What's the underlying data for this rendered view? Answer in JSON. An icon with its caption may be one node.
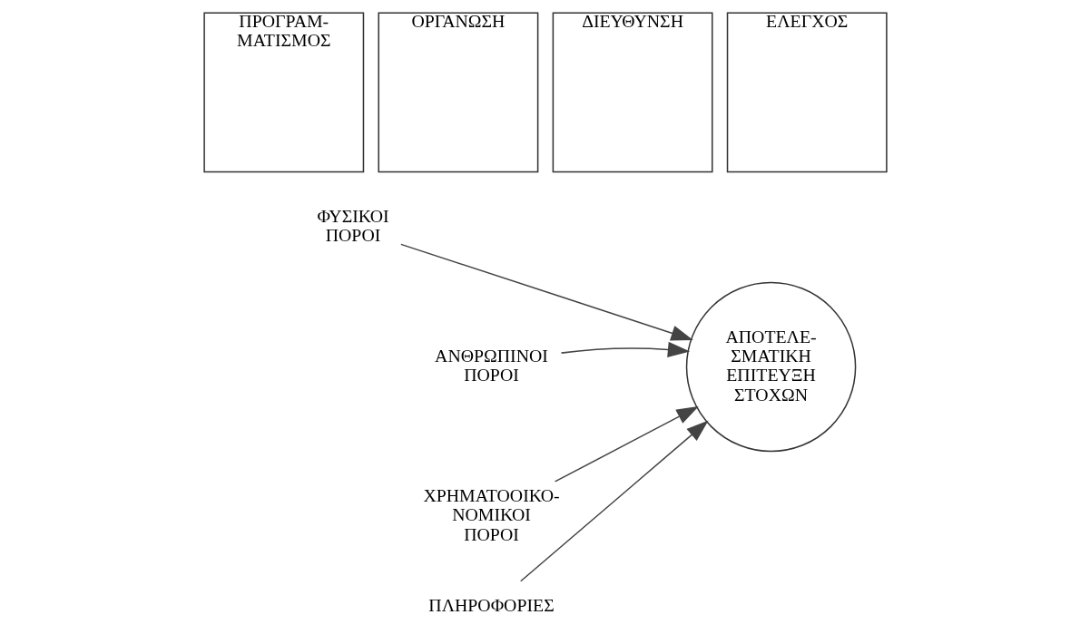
{
  "diagram": {
    "nodes": [
      {
        "text": [
          "ΠΡΟΓΡΑΜ- ΜΑΤΙΣΜΟΣ"
        ]
      },
      {
        "text": [
          "ΟΡΓΑΝΩΣΗ"
        ]
      },
      {
        "text": [
          "ΔΙΕΥΘΥΝΣΗ"
        ]
      },
      {
        "text": [
          "ΕΛΕΓΧΟΣ"
        ]
      },
      {
        "text": [
          "ΦΥΣΙΚΟΙ ΠΟΡΟΙ"
        ]
      },
      {
        "text": [
          "ΑΝΘΡΩΠΙΝΟΙ ΠΟΡΟΙ"
        ]
      },
      {
        "text": [
          "ΧΡΗΜΑΤΟΟΙΚΟ- ΝΟΜΙΚΟΙ ΠΟΡΟΙ"
        ]
      },
      {
        "text": [
          "ΠΛΗΡΟΦΟΡΙΕΣ"
        ]
      },
      {
        "text": [
          "ΑΠΟΤΕΛΕ- ΣΜΑΤΙΚΗ ΕΠΙΤΕΥΞΗ ΣΤΟΧΩΝ"
        ]
      }
    ],
    "edges": [
      {
        "from": 4,
        "to": 8,
        "arrow": "to"
      },
      {
        "from": 5,
        "to": 8,
        "arrow": "to"
      },
      {
        "from": 6,
        "to": 8,
        "arrow": "to"
      },
      {
        "from": 7,
        "to": 8,
        "arrow": "to"
      }
    ]
  }
}
